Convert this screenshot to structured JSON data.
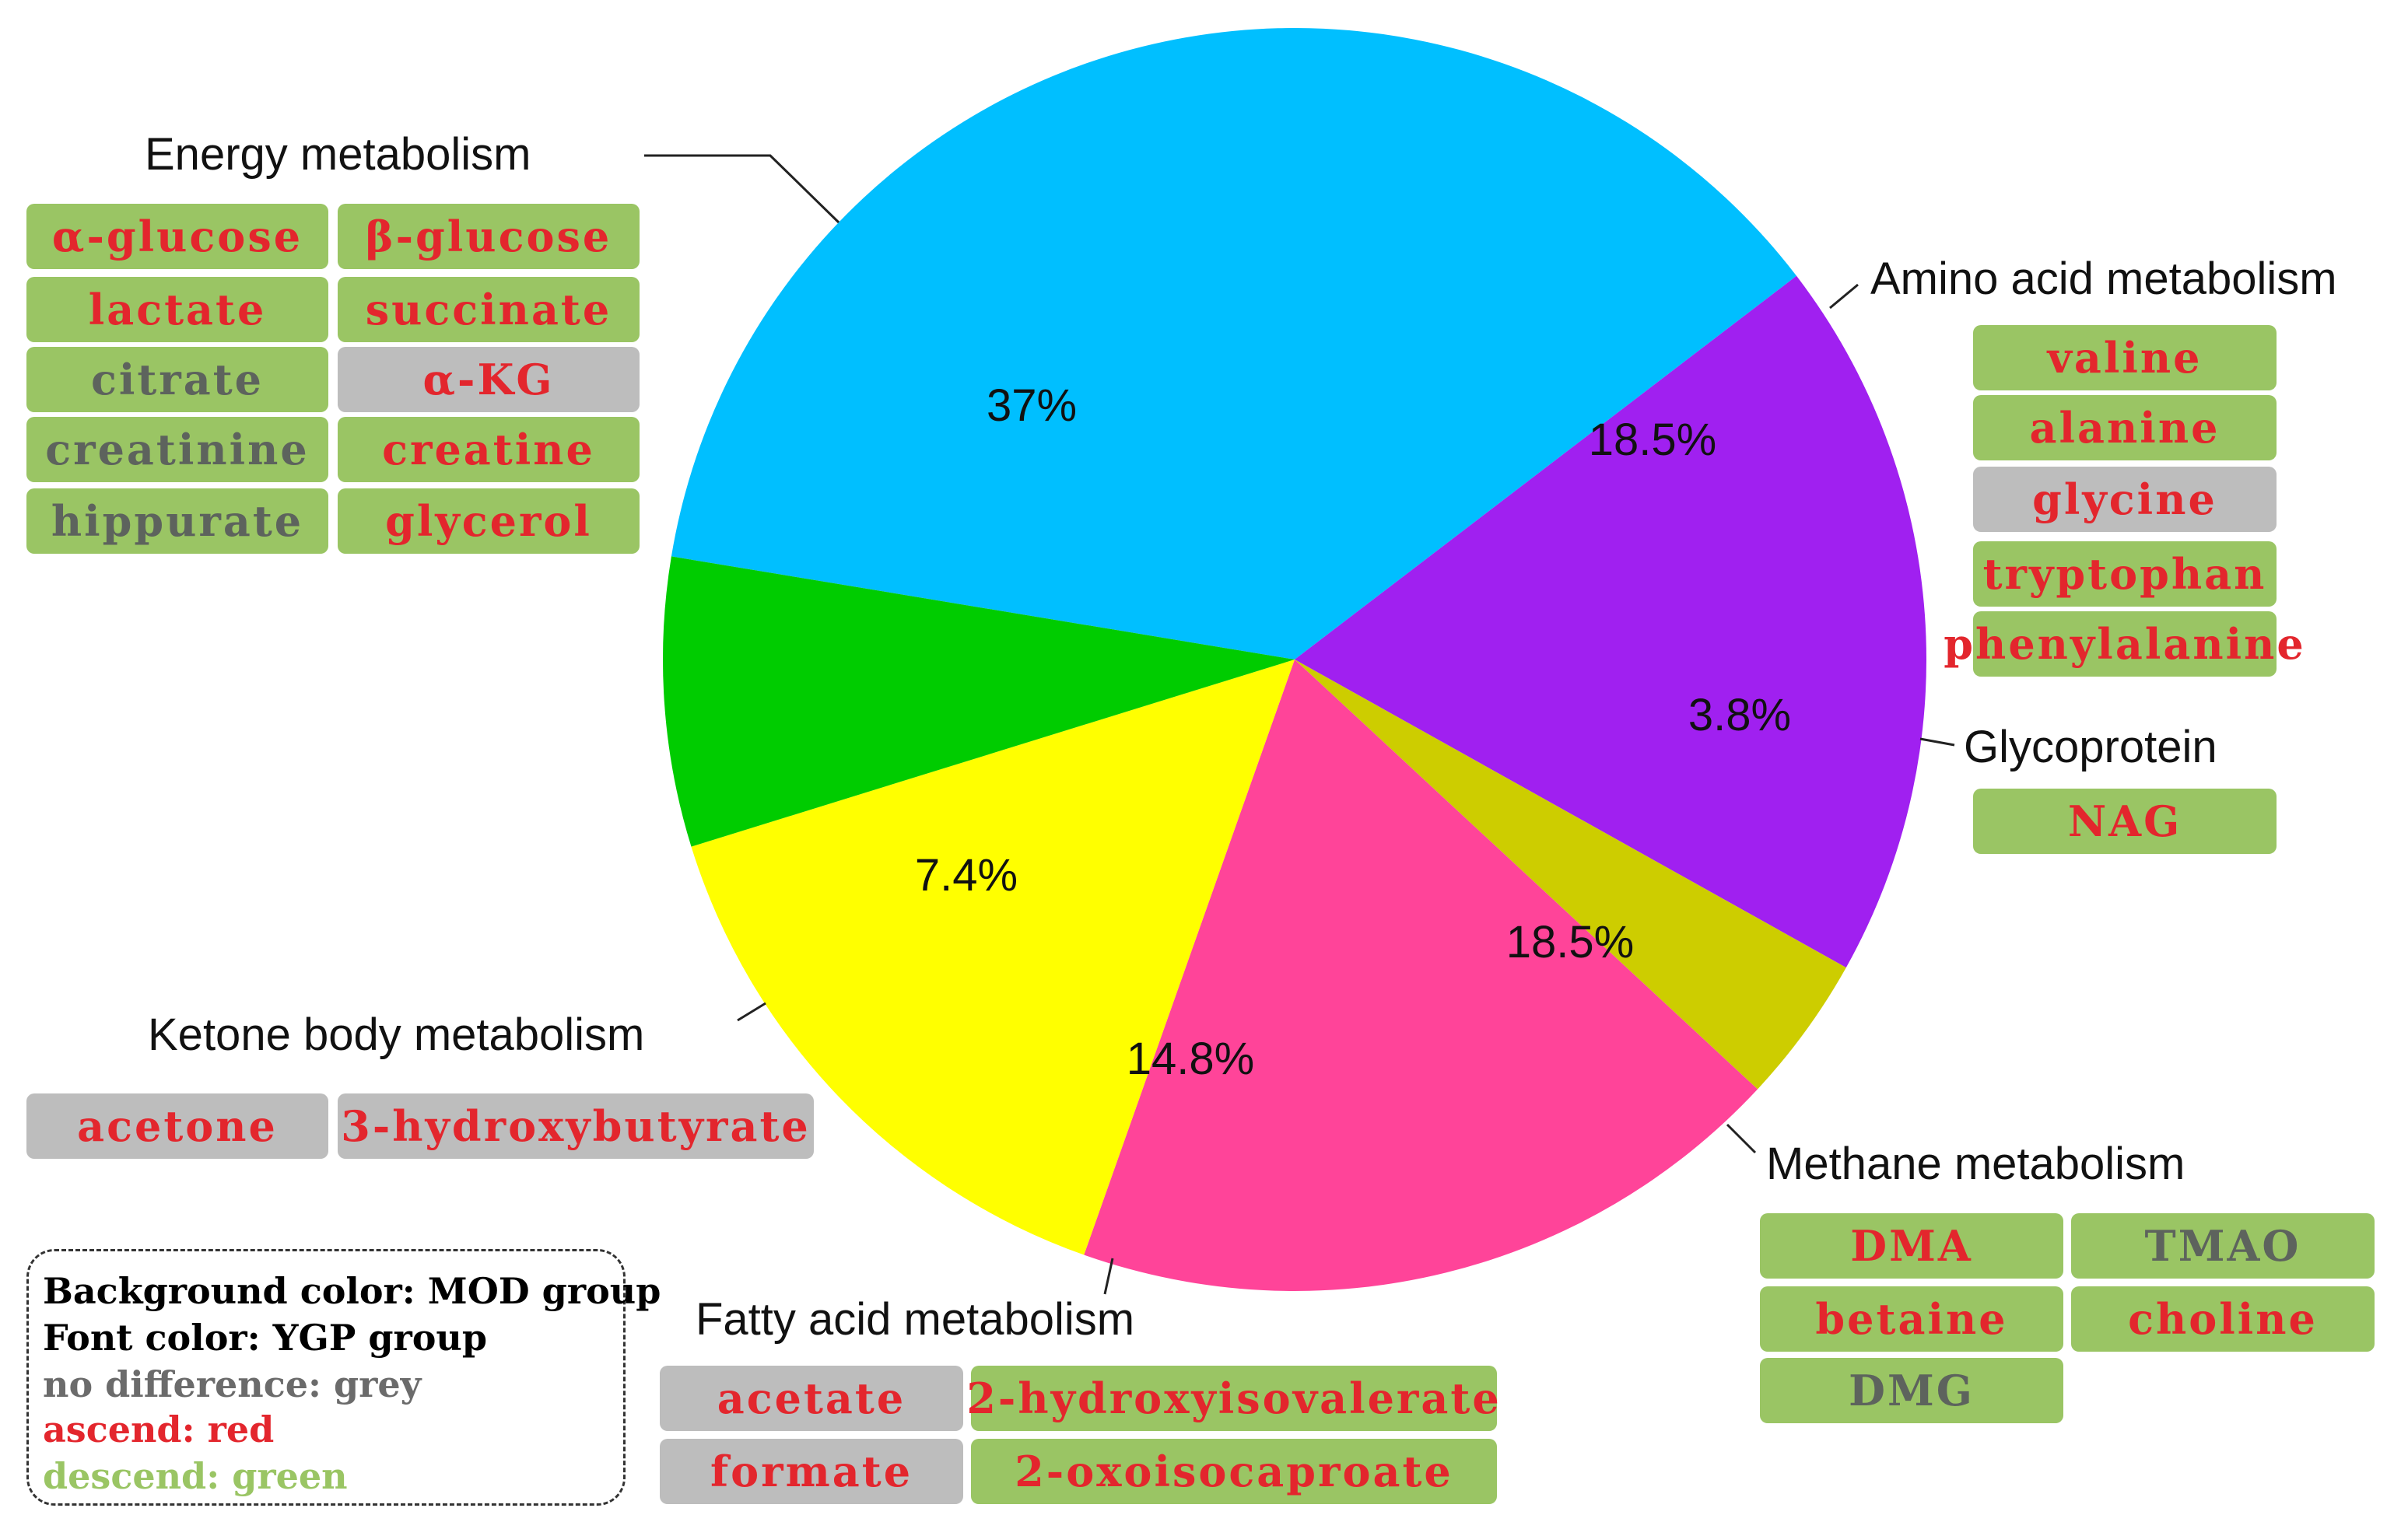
{
  "chart_data": {
    "type": "pie",
    "slices": [
      {
        "label": "Energy  metabolism",
        "percent_label": "37%",
        "value": 37.0,
        "color": "#00bfff"
      },
      {
        "label": "Amino acid metabolism",
        "percent_label": "18.5%",
        "value": 18.5,
        "color": "#a020f0"
      },
      {
        "label": "Glycoprotein",
        "percent_label": "3.8%",
        "value": 3.8,
        "color": "#cdcd00"
      },
      {
        "label": "Methane metabolism",
        "percent_label": "18.5%",
        "value": 18.5,
        "color": "#ff4499"
      },
      {
        "label": "Fatty acid metabolism",
        "percent_label": "14.8%",
        "value": 14.8,
        "color": "#ffff00"
      },
      {
        "label": "Ketone body metabolism",
        "percent_label": "7.4%",
        "value": 7.4,
        "color": "#00cc00"
      }
    ],
    "metabolites": {
      "energy": [
        {
          "name": "α-glucose",
          "bg": "green",
          "font": "red"
        },
        {
          "name": "β-glucose",
          "bg": "green",
          "font": "red"
        },
        {
          "name": "lactate",
          "bg": "green",
          "font": "red"
        },
        {
          "name": "succinate",
          "bg": "green",
          "font": "red"
        },
        {
          "name": "citrate",
          "bg": "green",
          "font": "grey"
        },
        {
          "name": "α-KG",
          "bg": "grey",
          "font": "red"
        },
        {
          "name": "creatinine",
          "bg": "green",
          "font": "grey"
        },
        {
          "name": "creatine",
          "bg": "green",
          "font": "red"
        },
        {
          "name": "hippurate",
          "bg": "green",
          "font": "grey"
        },
        {
          "name": "glycerol",
          "bg": "green",
          "font": "red"
        }
      ],
      "amino": [
        {
          "name": "valine",
          "bg": "green",
          "font": "red"
        },
        {
          "name": "alanine",
          "bg": "green",
          "font": "red"
        },
        {
          "name": "glycine",
          "bg": "grey",
          "font": "red"
        },
        {
          "name": "tryptophan",
          "bg": "green",
          "font": "red"
        },
        {
          "name": "phenylalanine",
          "bg": "green",
          "font": "red"
        }
      ],
      "glyco": [
        {
          "name": "NAG",
          "bg": "green",
          "font": "red"
        }
      ],
      "methane": [
        {
          "name": "DMA",
          "bg": "green",
          "font": "red"
        },
        {
          "name": "TMAO",
          "bg": "green",
          "font": "grey"
        },
        {
          "name": "betaine",
          "bg": "green",
          "font": "red"
        },
        {
          "name": "choline",
          "bg": "green",
          "font": "red"
        },
        {
          "name": "DMG",
          "bg": "green",
          "font": "grey"
        }
      ],
      "fatty": [
        {
          "name": "acetate",
          "bg": "grey",
          "font": "red"
        },
        {
          "name": "2-hydroxyisovalerate",
          "bg": "green",
          "font": "red"
        },
        {
          "name": "formate",
          "bg": "grey",
          "font": "red"
        },
        {
          "name": "2-oxoisocaproate",
          "bg": "green",
          "font": "red"
        }
      ],
      "ketone": [
        {
          "name": "acetone",
          "bg": "grey",
          "font": "red"
        },
        {
          "name": "3-hydroxybutyrate",
          "bg": "grey",
          "font": "red"
        }
      ]
    },
    "legend": [
      {
        "text": "Background color: MOD group",
        "color": "#000000"
      },
      {
        "text": "Font color: YGP group",
        "color": "#000000"
      },
      {
        "text": "no difference: grey",
        "color": "#6b6b6b"
      },
      {
        "text": "ascend: red",
        "color": "#e3262d"
      },
      {
        "text": "descend: green",
        "color": "#9ac564"
      }
    ]
  }
}
